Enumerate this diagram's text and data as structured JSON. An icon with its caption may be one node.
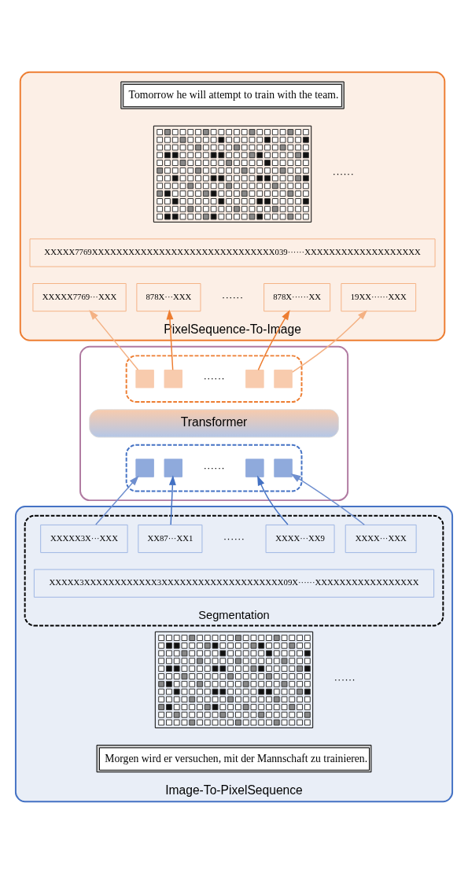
{
  "diagram": {
    "nodes": [
      {
        "text": [
          "PixelSequence-To-Image"
        ]
      },
      {
        "text": [
          "Tomorrow he will attempt to train with the team."
        ],
        "in": 0
      },
      {
        "text": [],
        "shape": "picture",
        "in": 0
      },
      {
        "text": [
          "XXXXX7769XXXXXXXXXXXXXXXXXXXXXXXXXXXXXX039······XXXXXXXXXXXXXXXXXXX"
        ],
        "in": 0
      },
      {
        "text": [
          "XXXXX7769···XXX"
        ],
        "in": 0
      },
      {
        "text": [
          "878X···XXX"
        ],
        "in": 0
      },
      {
        "text": [
          "878X······XX"
        ],
        "in": 0
      },
      {
        "text": [
          "19XX······XXX"
        ],
        "in": 0
      },
      {
        "text": [],
        "shape": "box"
      },
      {
        "text": [],
        "shape": "box",
        "in": 8
      },
      {
        "text": [],
        "shape": "box",
        "in": 9
      },
      {
        "text": [],
        "shape": "box",
        "in": 9
      },
      {
        "text": [],
        "shape": "box",
        "in": 9
      },
      {
        "text": [],
        "shape": "box",
        "in": 9
      },
      {
        "text": [
          "Transformer"
        ],
        "in": 8
      },
      {
        "text": [],
        "shape": "box",
        "in": 8
      },
      {
        "text": [],
        "shape": "box",
        "in": 15
      },
      {
        "text": [],
        "shape": "box",
        "in": 15
      },
      {
        "text": [],
        "shape": "box",
        "in": 15
      },
      {
        "text": [],
        "shape": "box",
        "in": 15
      },
      {
        "text": [
          "Image-To-PixelSequence"
        ]
      },
      {
        "text": [
          "Segmentation"
        ],
        "in": 20
      },
      {
        "text": [
          "XXXXX3X···XXX"
        ],
        "in": 21
      },
      {
        "text": [
          "XX87···XX1"
        ],
        "in": 21
      },
      {
        "text": [
          "XXXX···XX9"
        ],
        "in": 21
      },
      {
        "text": [
          "XXXX···XXX"
        ],
        "in": 21
      },
      {
        "text": [
          "XXXXX3XXXXXXXXXXXX3XXXXXXXXXXXXXXXXXXXX09X······XXXXXXXXXXXXXXXXX"
        ],
        "in": 21
      },
      {
        "text": [],
        "shape": "picture",
        "in": 20
      },
      {
        "text": [
          "Morgen wird er versuchen, mit der Mannschaft zu trainieren."
        ],
        "in": 20
      }
    ],
    "edges": [
      {
        "from": 10,
        "to": 4,
        "arrow": "to",
        "color": "#f4b183"
      },
      {
        "from": 11,
        "to": 5,
        "arrow": "to",
        "color": "#ed7d31"
      },
      {
        "from": 12,
        "to": 6,
        "arrow": "to",
        "color": "#ed7d31"
      },
      {
        "from": 13,
        "to": 7,
        "arrow": "to",
        "color": "#f4b183"
      },
      {
        "from": 22,
        "to": 16,
        "arrow": "to",
        "color": "#6f8fcf"
      },
      {
        "from": 23,
        "to": 17,
        "arrow": "to",
        "color": "#4472c4"
      },
      {
        "from": 24,
        "to": 18,
        "arrow": "to",
        "color": "#4472c4"
      },
      {
        "from": 25,
        "to": 19,
        "arrow": "to",
        "color": "#6f8fcf"
      }
    ],
    "labels": [
      "······",
      "······",
      "······",
      "······",
      "······",
      "······"
    ]
  }
}
